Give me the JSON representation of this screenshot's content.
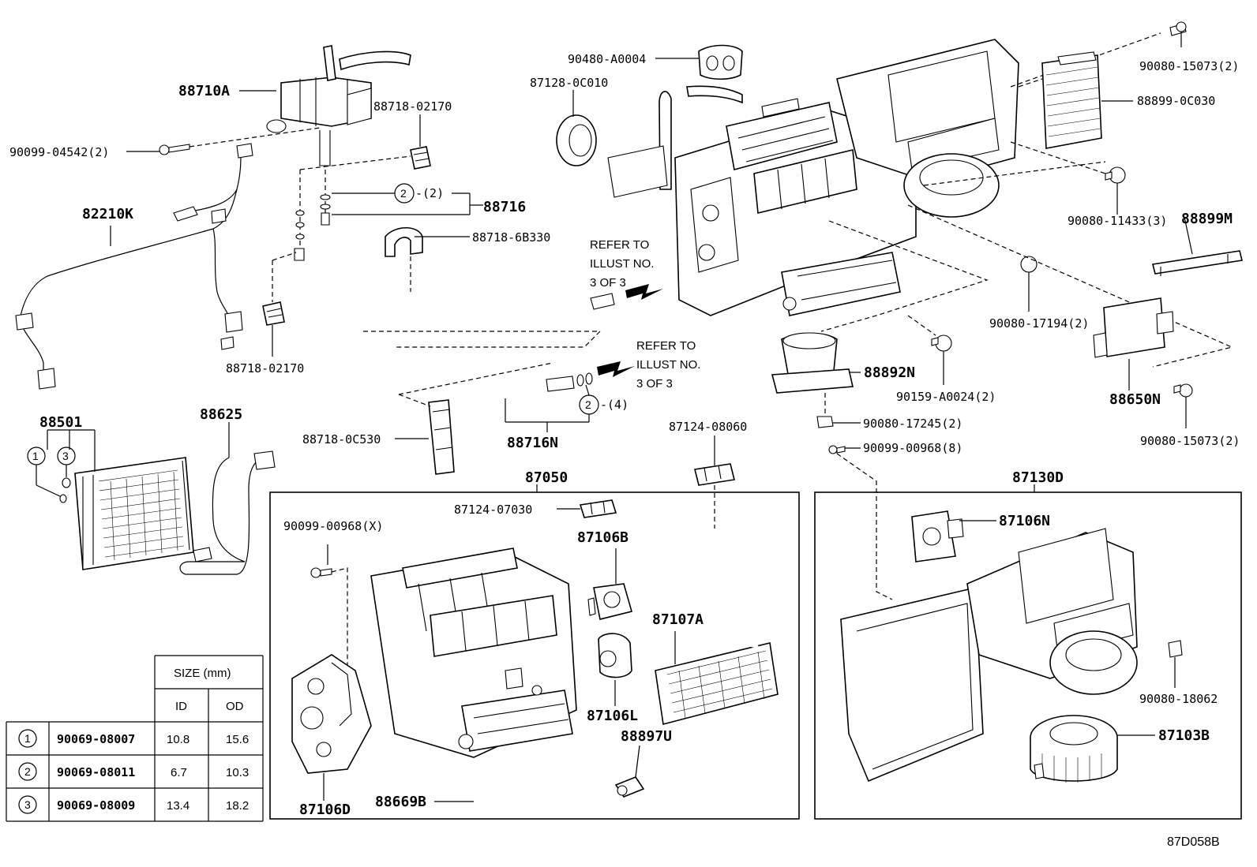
{
  "labels": {
    "p88710A": "88710A",
    "p90099_04542": "90099-04542(2)",
    "p88718_02170_top": "88718-02170",
    "p82210K": "82210K",
    "p88716": "88716",
    "p88716_circ": "2",
    "p88716_qty": "-(2)",
    "p88718_6B330": "88718-6B330",
    "p88718_02170_bot": "88718-02170",
    "p88718_0C530": "88718-0C530",
    "p88716N": "88716N",
    "p88716N_circ": "2",
    "p88716N_qty": "-(4)",
    "p88501": "88501",
    "p88501_c1": "1",
    "p88501_c3": "3",
    "p88625": "88625",
    "p90480_A0004": "90480-A0004",
    "p87128_0C010": "87128-0C010",
    "p90080_15073_top": "90080-15073(2)",
    "p88899_0C030": "88899-0C030",
    "p90080_11433": "90080-11433(3)",
    "p88899M": "88899M",
    "p90080_17194": "90080-17194(2)",
    "p88892N": "88892N",
    "p90159_A0024": "90159-A0024(2)",
    "p88650N": "88650N",
    "p90080_15073_bot": "90080-15073(2)",
    "p90080_17245": "90080-17245(2)",
    "p90099_00968_8": "90099-00968(8)",
    "p87124_08060": "87124-08060",
    "p87050": "87050",
    "p87130D": "87130D",
    "p87124_07030": "87124-07030",
    "p90099_00968_X": "90099-00968(X)",
    "p87106B": "87106B",
    "p87107A": "87107A",
    "p87106L": "87106L",
    "p88897U": "88897U",
    "p87106D": "87106D",
    "p88669B": "88669B",
    "p87106N": "87106N",
    "p90080_18062": "90080-18062",
    "p87103B": "87103B"
  },
  "refer_notes": [
    {
      "line1": "REFER TO",
      "line2": "ILLUST NO.",
      "line3": "3 OF 3"
    },
    {
      "line1": "REFER TO",
      "line2": "ILLUST NO.",
      "line3": "3 OF 3"
    }
  ],
  "size_table": {
    "header": "SIZE (mm)",
    "col_id": "ID",
    "col_od": "OD",
    "rows": [
      {
        "ref": "1",
        "part": "90069-08007",
        "id": "10.8",
        "od": "15.6"
      },
      {
        "ref": "2",
        "part": "90069-08011",
        "id": "6.7",
        "od": "10.3"
      },
      {
        "ref": "3",
        "part": "90069-08009",
        "id": "13.4",
        "od": "18.2"
      }
    ]
  },
  "illustration_code": "87D058B"
}
